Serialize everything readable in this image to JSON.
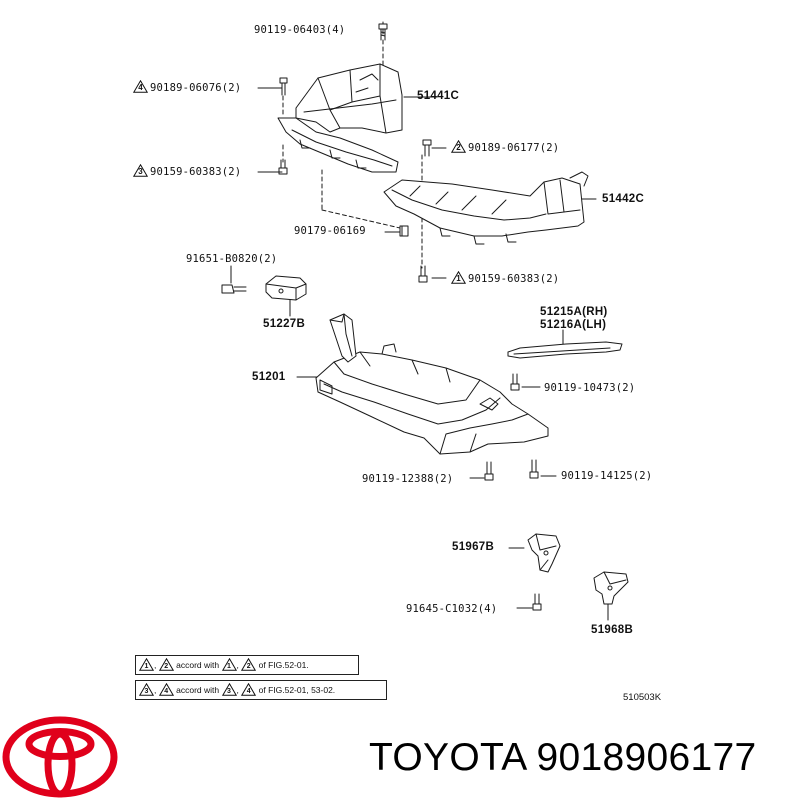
{
  "labels": {
    "bolt_top": "90119-06403(4)",
    "screw_4": "90189-06076(2)",
    "cover_c1": "51441C",
    "screw_2": "90189-06177(2)",
    "bolt_3": "90159-60383(2)",
    "cover_c2": "51442C",
    "clip": "90179-06169",
    "bolt_1": "90159-60383(2)",
    "bolt_b0820": "91651-B0820(2)",
    "bracket_b": "51227B",
    "brace_rh": "51215A(RH)",
    "brace_lh": "51216A(LH)",
    "crossmember": "51201",
    "bolt_10473": "90119-10473(2)",
    "bolt_12388": "90119-12388(2)",
    "bolt_14125": "90119-14125(2)",
    "bracket_967": "51967B",
    "bolt_c1032": "91645-C1032(4)",
    "bracket_968": "51968B"
  },
  "triangles": {
    "t4": "4",
    "t2": "2",
    "t3": "3",
    "t1": "1"
  },
  "notes": {
    "note1": {
      "a": "1",
      "b": "2",
      "text1": "accord with",
      "c": "1",
      "d": "2",
      "text2": "of FIG.52-01."
    },
    "note2": {
      "a": "3",
      "b": "4",
      "text1": "accord with",
      "c": "3",
      "d": "4",
      "text2": "of FIG.52-01, 53-02."
    },
    "sep": ","
  },
  "figure_code": "510503K",
  "brand": {
    "name": "TOYOTA",
    "part_number": "9018906177",
    "logo_color": "#e0001b"
  }
}
